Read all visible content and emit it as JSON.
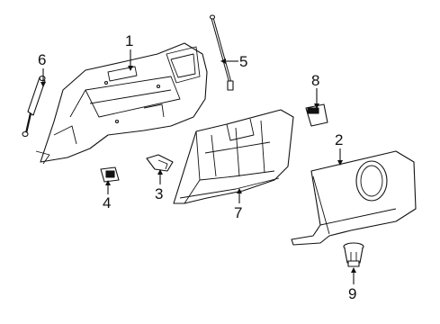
{
  "diagram": {
    "callouts": [
      {
        "id": "1",
        "label": "1"
      },
      {
        "id": "2",
        "label": "2"
      },
      {
        "id": "3",
        "label": "3"
      },
      {
        "id": "4",
        "label": "4"
      },
      {
        "id": "5",
        "label": "5"
      },
      {
        "id": "6",
        "label": "6"
      },
      {
        "id": "7",
        "label": "7"
      },
      {
        "id": "8",
        "label": "8"
      },
      {
        "id": "9",
        "label": "9"
      }
    ],
    "parts": [
      {
        "callout": "1",
        "icon": "instrument-panel-frame"
      },
      {
        "callout": "2",
        "icon": "glove-box-door"
      },
      {
        "callout": "3",
        "icon": "bracket"
      },
      {
        "callout": "4",
        "icon": "latch-clip"
      },
      {
        "callout": "5",
        "icon": "support-rod"
      },
      {
        "callout": "6",
        "icon": "gas-strut"
      },
      {
        "callout": "7",
        "icon": "glove-box-bin"
      },
      {
        "callout": "8",
        "icon": "lamp-switch"
      },
      {
        "callout": "9",
        "icon": "lock-cylinder"
      }
    ]
  }
}
